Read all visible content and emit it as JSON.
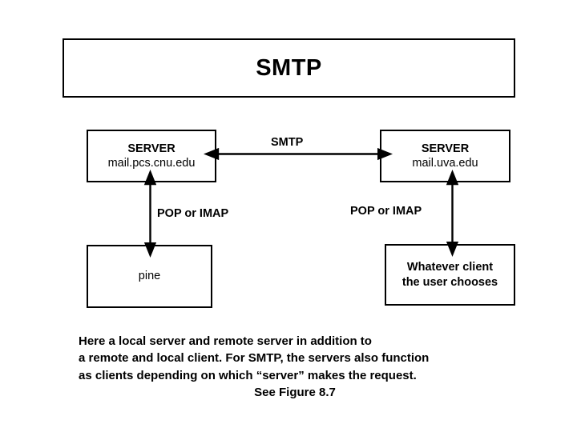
{
  "slide": {
    "title": "SMTP",
    "background_color": "#ffffff",
    "ink_color": "#000000"
  },
  "diagram": {
    "type": "flow-diagram",
    "nodes": [
      {
        "id": "server-left",
        "role": "local-mail-server",
        "line1": "SERVER",
        "line2": "mail.pcs.cnu.edu"
      },
      {
        "id": "server-right",
        "role": "remote-mail-server",
        "line1": "SERVER",
        "line2": "mail.uva.edu"
      },
      {
        "id": "client-left",
        "role": "local-client",
        "line1": "pine",
        "line2": ""
      },
      {
        "id": "client-right",
        "role": "remote-client",
        "line1": "Whatever client",
        "line2": "the user chooses"
      }
    ],
    "connectors": [
      {
        "id": "smtp-link",
        "label": "SMTP",
        "from": "server-left",
        "to": "server-right",
        "direction": "bidirectional",
        "orientation": "horizontal"
      },
      {
        "id": "pop-imap-left",
        "label": "POP or IMAP",
        "from": "server-left",
        "to": "client-left",
        "direction": "bidirectional",
        "orientation": "vertical"
      },
      {
        "id": "pop-imap-right",
        "label": "POP or IMAP",
        "from": "server-right",
        "to": "client-right",
        "direction": "bidirectional",
        "orientation": "vertical"
      }
    ]
  },
  "caption": {
    "line1": "Here a local server and remote server in addition to",
    "line2": "a remote and local client. For SMTP, the servers also function",
    "line3": "as clients depending on which “server” makes the request.",
    "line4": "See Figure 8.7"
  }
}
